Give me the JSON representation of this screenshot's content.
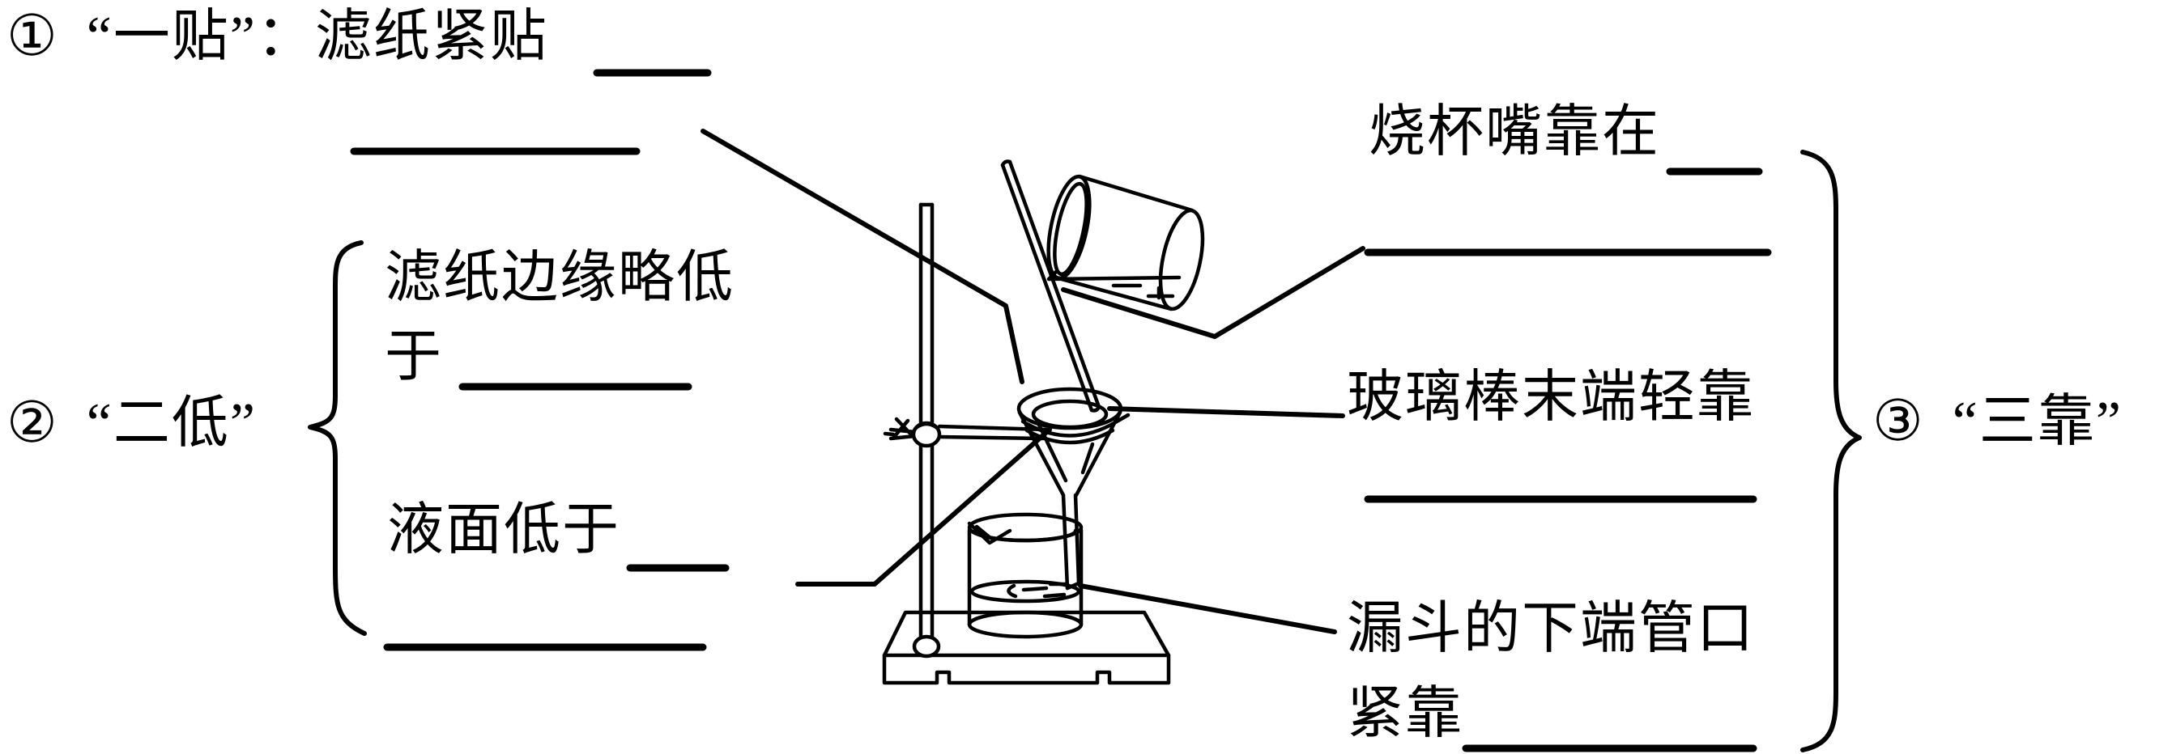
{
  "page": {
    "background_color": "#ffffff",
    "ink_color": "#000000",
    "description_icons": {
      "apparatus": "filtration-setup-drawing"
    }
  },
  "item1": {
    "number": "①",
    "term": "“一贴”",
    "colon": "：",
    "text": "滤纸紧贴"
  },
  "item2": {
    "number": "②",
    "term": "“二低”",
    "line1": "滤纸边缘略低",
    "line2_prefix": "于",
    "line3": "液面低于"
  },
  "item3": {
    "number": "③",
    "term": "“三靠”",
    "label_beaker_spout": "烧杯嘴靠在",
    "label_glass_rod": "玻璃棒末端轻靠",
    "label_funnel_line1": "漏斗的下端管口",
    "label_funnel_line2": "紧靠"
  }
}
